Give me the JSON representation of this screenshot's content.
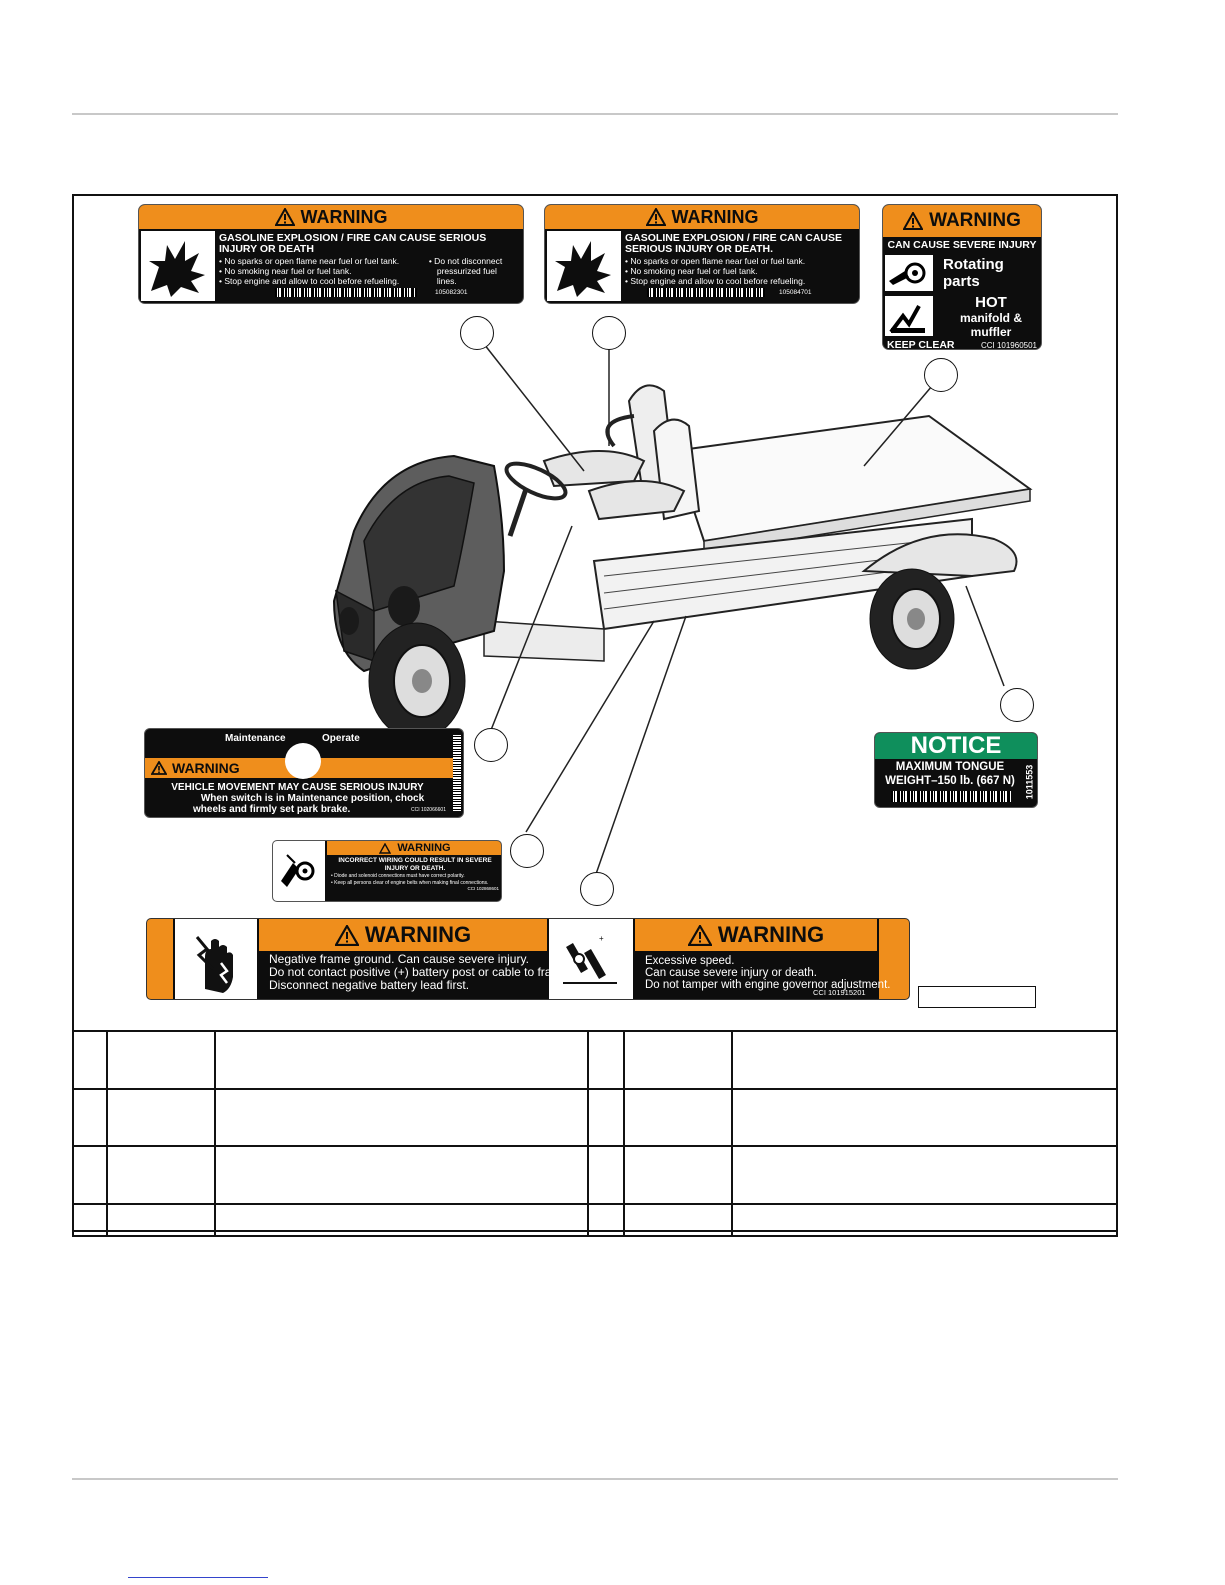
{
  "figure": {
    "decal_gasoline_1": {
      "header": "WARNING",
      "title": "GASOLINE EXPLOSION / FIRE CAN CAUSE SERIOUS INJURY OR DEATH",
      "line1": "• No sparks or open flame near fuel or fuel tank.",
      "line2": "• No smoking near fuel or fuel tank.",
      "line3": "• Stop engine and allow to cool before refueling.",
      "line4a": "• Do not disconnect",
      "line4b": "pressurized fuel lines.",
      "part_no": "105082301",
      "icon": "explosion-icon"
    },
    "decal_gasoline_2": {
      "header": "WARNING",
      "title": "GASOLINE EXPLOSION / FIRE CAN CAUSE SERIOUS INJURY OR DEATH.",
      "line1": "• No sparks or open flame near fuel or fuel tank.",
      "line2": "• No smoking near fuel or fuel tank.",
      "line3": "• Stop engine and allow to cool before refueling.",
      "part_no": "105084701",
      "icon": "explosion-icon"
    },
    "decal_rotating": {
      "header": "WARNING",
      "sub": "CAN CAUSE SEVERE INJURY",
      "row1": "Rotating parts",
      "row2a": "HOT",
      "row2b": "manifold & muffler",
      "footer": "KEEP CLEAR",
      "part_no": "CCI 101960501",
      "icons": [
        "rotating-parts-icon",
        "hot-surface-icon"
      ]
    },
    "decal_maintenance": {
      "left_label": "Maintenance",
      "right_label": "Operate",
      "header": "WARNING",
      "title": "VEHICLE MOVEMENT MAY CAUSE SERIOUS INJURY",
      "line1": "When switch is in Maintenance position, chock",
      "line2": "wheels and firmly set park brake.",
      "part_no": "CCI 102066601"
    },
    "decal_wiring": {
      "header": "WARNING",
      "title": "INCORRECT WIRING COULD RESULT IN SEVERE INJURY OR DEATH.",
      "line1": "• Diode and solenoid connections must have correct polarity.",
      "line2": "• Keep all persons clear of engine belts when making final connections.",
      "part_no": "CCI 102868601",
      "icon": "belt-entanglement-icon"
    },
    "decal_notice": {
      "header": "NOTICE",
      "line1": "MAXIMUM TONGUE",
      "line2": "WEIGHT–150 lb. (667 N)",
      "side_no": "1011553"
    },
    "decal_battery": {
      "header": "WARNING",
      "line1": "Negative frame ground.  Can cause severe injury.",
      "line2": "Do not contact positive (+) battery post or cable to frame.",
      "line3": "Disconnect negative battery lead first.",
      "icon": "electric-shock-icon"
    },
    "decal_governor": {
      "header": "WARNING",
      "line1": "Excessive speed.",
      "line2": "Can cause severe injury or death.",
      "line3": "Do not tamper with engine governor adjustment.",
      "part_no": "CCI 101915201",
      "icon": "governor-icon"
    },
    "vehicle_icon": "utility-vehicle-illustration"
  },
  "colors": {
    "warning_orange": "#ef8e1c",
    "notice_green": "#0f8f5c",
    "decal_black": "#0d0d0d"
  }
}
